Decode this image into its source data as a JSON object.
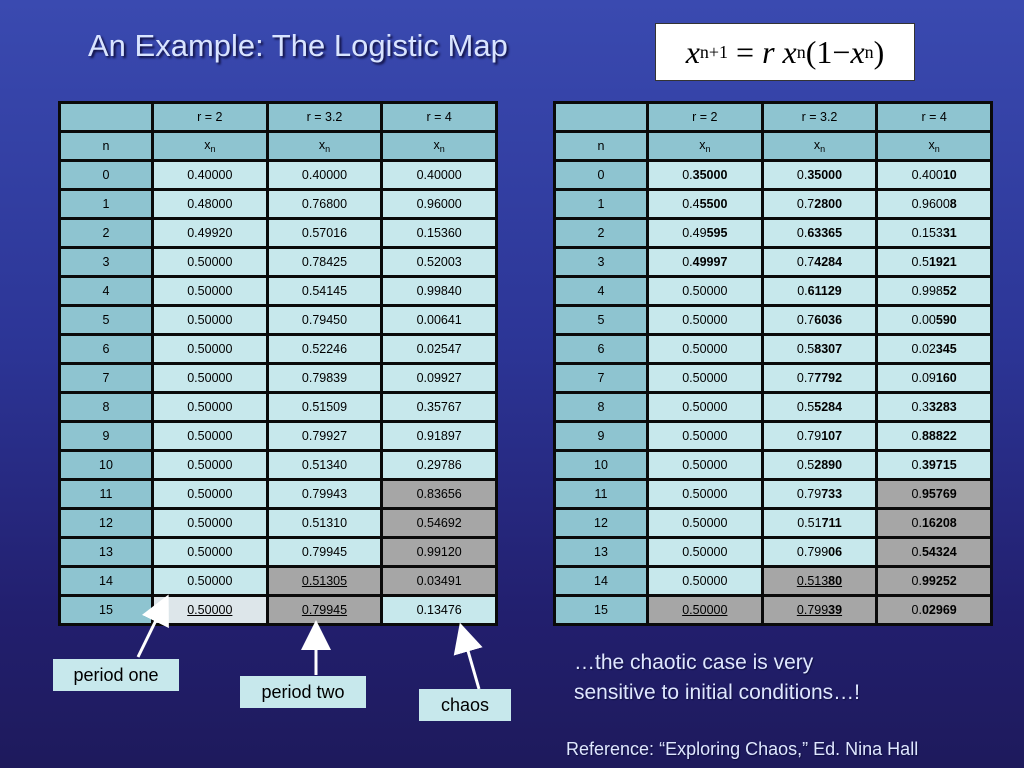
{
  "slide": {
    "title": "An Example:  The Logistic Map",
    "formula": {
      "lhs_var": "x",
      "lhs_sub": "n+1",
      "rhs_r": "r",
      "rhs_var": "x",
      "rhs_sub": "n",
      "paren_open": "(1",
      "minus": "−",
      "paren_var": "x",
      "paren_sub": "n",
      "paren_close": ")"
    }
  },
  "left_table": {
    "header": [
      "",
      "r = 2",
      "r = 3.2",
      "r = 4"
    ],
    "subheader": [
      "n",
      "x",
      "x",
      "x"
    ],
    "subheader_sub": "n",
    "rows": [
      [
        "0",
        "0.40000",
        "0.40000",
        "0.40000"
      ],
      [
        "1",
        "0.48000",
        "0.76800",
        "0.96000"
      ],
      [
        "2",
        "0.49920",
        "0.57016",
        "0.15360"
      ],
      [
        "3",
        "0.50000",
        "0.78425",
        "0.52003"
      ],
      [
        "4",
        "0.50000",
        "0.54145",
        "0.99840"
      ],
      [
        "5",
        "0.50000",
        "0.79450",
        "0.00641"
      ],
      [
        "6",
        "0.50000",
        "0.52246",
        "0.02547"
      ],
      [
        "7",
        "0.50000",
        "0.79839",
        "0.09927"
      ],
      [
        "8",
        "0.50000",
        "0.51509",
        "0.35767"
      ],
      [
        "9",
        "0.50000",
        "0.79927",
        "0.91897"
      ],
      [
        "10",
        "0.50000",
        "0.51340",
        "0.29786"
      ],
      [
        "11",
        "0.50000",
        "0.79943",
        "0.83656"
      ],
      [
        "12",
        "0.50000",
        "0.51310",
        "0.54692"
      ],
      [
        "13",
        "0.50000",
        "0.79945",
        "0.99120"
      ],
      [
        "14",
        "0.50000",
        "0.51305",
        "0.03491"
      ],
      [
        "15",
        "0.50000",
        "0.79945",
        "0.13476"
      ]
    ]
  },
  "right_table": {
    "header": [
      "",
      "r = 2",
      "r = 3.2",
      "r = 4"
    ],
    "subheader": [
      "n",
      "x",
      "x",
      "x"
    ],
    "subheader_sub": "n",
    "rows": [
      [
        "0",
        [
          [
            "0.",
            "35000"
          ]
        ],
        [
          [
            "0.",
            "35000"
          ]
        ],
        [
          [
            "0.400",
            "10"
          ]
        ]
      ],
      [
        "1",
        [
          [
            "0.4",
            "5500"
          ]
        ],
        [
          [
            "0.7",
            "2800"
          ]
        ],
        [
          [
            "0.9600",
            "8"
          ]
        ]
      ],
      [
        "2",
        [
          [
            "0.49",
            "595"
          ]
        ],
        [
          [
            "0.",
            "63365"
          ]
        ],
        [
          [
            "0.153",
            "31"
          ]
        ]
      ],
      [
        "3",
        [
          [
            "0.",
            "49997"
          ]
        ],
        [
          [
            "0.7",
            "4284"
          ]
        ],
        [
          [
            "0.5",
            "1921"
          ]
        ]
      ],
      [
        "4",
        [
          [
            "0.50000",
            ""
          ]
        ],
        [
          [
            "0.",
            "61129"
          ]
        ],
        [
          [
            "0.998",
            "52"
          ]
        ]
      ],
      [
        "5",
        [
          [
            "0.50000",
            ""
          ]
        ],
        [
          [
            "0.7",
            "6036"
          ]
        ],
        [
          [
            "0.00",
            "590"
          ]
        ]
      ],
      [
        "6",
        [
          [
            "0.50000",
            ""
          ]
        ],
        [
          [
            "0.5",
            "8307"
          ]
        ],
        [
          [
            "0.02",
            "345"
          ]
        ]
      ],
      [
        "7",
        [
          [
            "0.50000",
            ""
          ]
        ],
        [
          [
            "0.7",
            "7792"
          ]
        ],
        [
          [
            "0.09",
            "160"
          ]
        ]
      ],
      [
        "8",
        [
          [
            "0.50000",
            ""
          ]
        ],
        [
          [
            "0.5",
            "5284"
          ]
        ],
        [
          [
            "0.3",
            "3283"
          ]
        ]
      ],
      [
        "9",
        [
          [
            "0.50000",
            ""
          ]
        ],
        [
          [
            "0.79",
            "107"
          ]
        ],
        [
          [
            "0.",
            "88822"
          ]
        ]
      ],
      [
        "10",
        [
          [
            "0.50000",
            ""
          ]
        ],
        [
          [
            "0.5",
            "2890"
          ]
        ],
        [
          [
            "0.",
            "39715"
          ]
        ]
      ],
      [
        "11",
        [
          [
            "0.50000",
            ""
          ]
        ],
        [
          [
            "0.79",
            "733"
          ]
        ],
        [
          [
            "0.",
            "95769"
          ]
        ]
      ],
      [
        "12",
        [
          [
            "0.50000",
            ""
          ]
        ],
        [
          [
            "0.51",
            "711"
          ]
        ],
        [
          [
            "0.",
            "16208"
          ]
        ]
      ],
      [
        "13",
        [
          [
            "0.50000",
            ""
          ]
        ],
        [
          [
            "0.799",
            "06"
          ]
        ],
        [
          [
            "0.",
            "54324"
          ]
        ]
      ],
      [
        "14",
        [
          [
            "0.50000",
            ""
          ]
        ],
        [
          [
            "0.513",
            "80"
          ]
        ],
        [
          [
            "0.",
            "99252"
          ]
        ]
      ],
      [
        "15",
        [
          [
            "0.50000",
            ""
          ]
        ],
        [
          [
            "0.799",
            "39"
          ]
        ],
        [
          [
            "0.",
            "02969"
          ]
        ]
      ]
    ]
  },
  "labels": {
    "period_one": "period one",
    "period_two": "period two",
    "chaos": "chaos"
  },
  "caption": {
    "line1": "…the chaotic case is very",
    "line2": "sensitive to initial conditions…!"
  },
  "reference": {
    "prefix": "Reference:",
    "title": "“Exploring Chaos,”",
    "editor": " Ed. Nina Hall"
  },
  "colors": {
    "header_bg": "#8ec4d0",
    "cell_bg": "#c7e8ec",
    "highlight_gray": "#a6a6a6",
    "title_text": "#d9e4ff"
  }
}
